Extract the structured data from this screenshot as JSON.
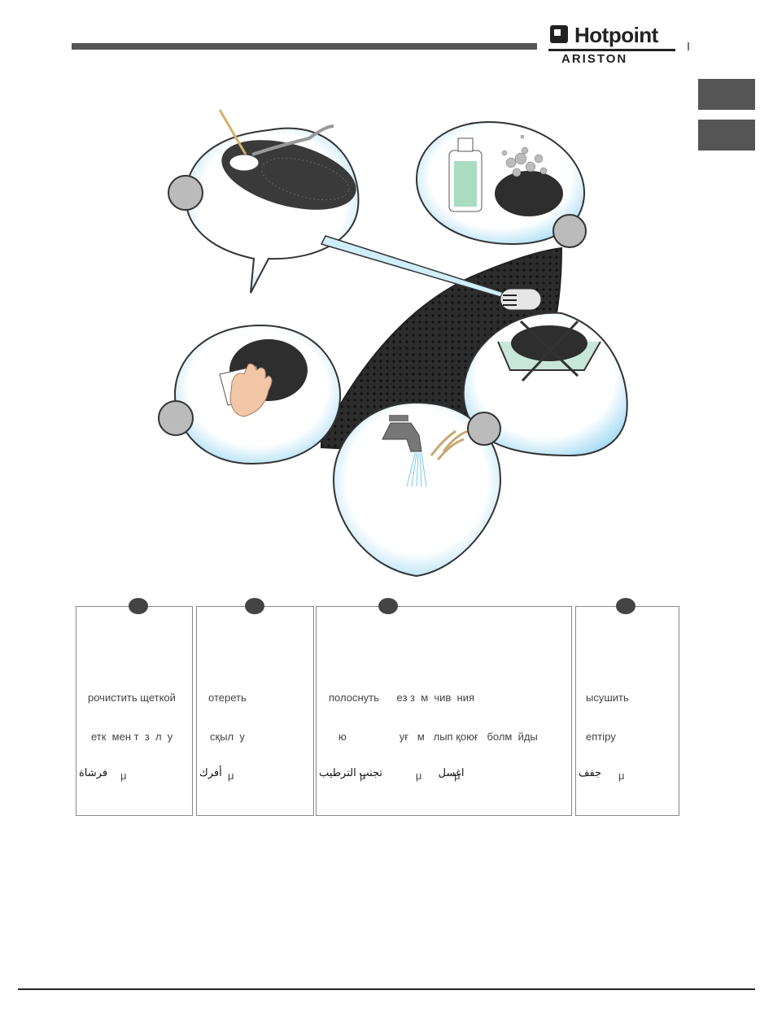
{
  "brand": {
    "name_top": "Hotpoint",
    "name_bottom": "ARISTON"
  },
  "columns": [
    {
      "ru_lines": [
        "рочистить щеткой",
        "етк  мен т  з  л  у",
        "μ"
      ],
      "ar": "فرشاة"
    },
    {
      "ru_lines": [
        "отереть",
        "сқыл  у",
        "μ"
      ],
      "ar": "أفرك"
    },
    {
      "ru_lines": [
        "полоснуть      ез з  м  чив  ния",
        "ю                  уғ   м   лып қоюғ   болм  йды",
        "μ                 μ           μ"
      ],
      "ar": "اغسل                   تجنب الترطيب"
    },
    {
      "ru_lines": [
        "ысушить",
        "ептіру",
        "μ"
      ],
      "ar": "جفف"
    }
  ]
}
